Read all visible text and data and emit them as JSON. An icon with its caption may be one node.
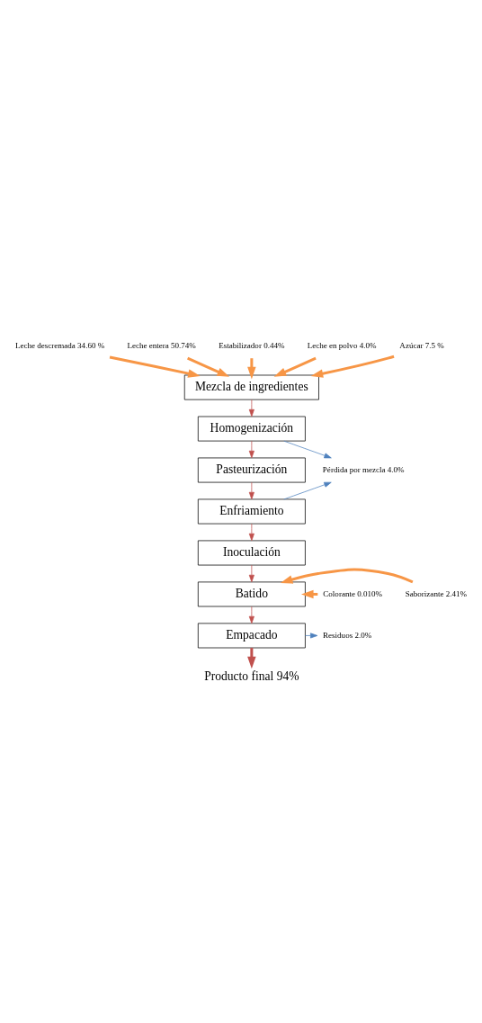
{
  "diagram": {
    "nodes": [
      {
        "text": [
          "Leche descremada 34.60 %"
        ]
      },
      {
        "text": [
          "Leche entera 50.74%"
        ]
      },
      {
        "text": [
          "Estabilizador 0.44%"
        ]
      },
      {
        "text": [
          "Leche en polvo 4.0%"
        ]
      },
      {
        "text": [
          "Azúcar 7.5 %"
        ]
      },
      {
        "text": [
          "Mezcla de ingredientes"
        ]
      },
      {
        "text": [
          "Homogenización"
        ]
      },
      {
        "text": [
          "Pasteurización"
        ]
      },
      {
        "text": [
          "Enfriamiento"
        ]
      },
      {
        "text": [
          "Inoculación"
        ]
      },
      {
        "text": [
          "Batido"
        ]
      },
      {
        "text": [
          "Empacado"
        ]
      },
      {
        "text": [
          "Producto final 94%"
        ]
      },
      {
        "text": [
          "Pérdida por mezcla 4.0%"
        ]
      },
      {
        "text": [
          "Colorante 0.010%"
        ]
      },
      {
        "text": [
          "Saborizante 2.41%"
        ]
      },
      {
        "text": [
          "Residuos 2.0%"
        ]
      }
    ],
    "edges": [
      {
        "from": 0,
        "to": 5,
        "arrow": "to",
        "style": "thick",
        "color": "#f79646"
      },
      {
        "from": 1,
        "to": 5,
        "arrow": "to",
        "style": "thick",
        "color": "#f79646"
      },
      {
        "from": 2,
        "to": 5,
        "arrow": "to",
        "style": "thick",
        "color": "#f79646"
      },
      {
        "from": 3,
        "to": 5,
        "arrow": "to",
        "style": "thick",
        "color": "#f79646"
      },
      {
        "from": 4,
        "to": 5,
        "arrow": "to",
        "style": "thick",
        "color": "#f79646"
      },
      {
        "from": 5,
        "to": 6,
        "arrow": "to",
        "color": "#c0504d"
      },
      {
        "from": 6,
        "to": 7,
        "arrow": "to",
        "color": "#c0504d"
      },
      {
        "from": 7,
        "to": 8,
        "arrow": "to",
        "color": "#c0504d"
      },
      {
        "from": 8,
        "to": 9,
        "arrow": "to",
        "color": "#c0504d"
      },
      {
        "from": 9,
        "to": 10,
        "arrow": "to",
        "color": "#c0504d"
      },
      {
        "from": 10,
        "to": 11,
        "arrow": "to",
        "color": "#c0504d"
      },
      {
        "from": 11,
        "to": 12,
        "arrow": "to",
        "style": "thick",
        "color": "#c0504d"
      },
      {
        "from": 6,
        "to": 13,
        "arrow": "to",
        "color": "#4f81bd"
      },
      {
        "from": 8,
        "to": 13,
        "arrow": "to",
        "color": "#4f81bd"
      },
      {
        "from": 14,
        "to": 10,
        "arrow": "to",
        "style": "thick",
        "color": "#f79646"
      },
      {
        "from": 15,
        "to": 10,
        "arrow": "to",
        "style": "thick",
        "color": "#f79646"
      },
      {
        "from": 11,
        "to": 16,
        "arrow": "to",
        "color": "#4f81bd"
      }
    ]
  }
}
